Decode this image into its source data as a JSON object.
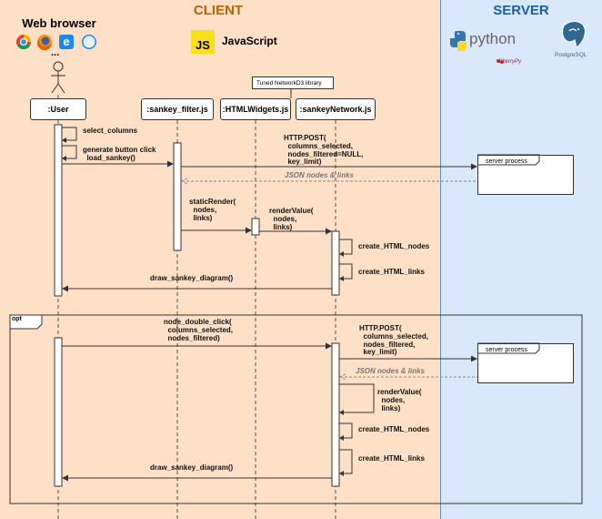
{
  "header": {
    "client_title": "CLIENT",
    "server_title": "SERVER",
    "browser_label": "Web browser",
    "js_label": "JavaScript",
    "js_badge": "JS",
    "python_label": "python",
    "postgres_label": "PostgreSQL",
    "cherrypy_label": "CherryPy",
    "ellipsis": "...",
    "note": "Tuned NetworkD3 library"
  },
  "lifelines": {
    "user": ":User",
    "sankey_filter": ":sankey_filter.js",
    "htmlwidgets": ":HTMLWidgets.js",
    "sankey_network": ":sankeyNetwork.js"
  },
  "messages": {
    "select_columns": "select_columns",
    "generate": "generate button click\n  load_sankey()",
    "http_post_1": "HTTP.POST(\n  columns_selected,\n  nodes_filtered=NULL,\n  key_limit)",
    "json_1": "JSON nodes & links",
    "static_render": "staticRender(\n  nodes,\n  links)",
    "render_value_1": "renderValue(\n  nodes,\n  links)",
    "create_nodes_1": "create_HTML_nodes",
    "create_links_1": "create_HTML_links",
    "draw_1": "draw_sankey_diagram()",
    "opt_label": "opt",
    "node_double_click": "node_double_click(\n  columns_selected,\n  nodes_filtered)",
    "http_post_2": "HTTP.POST(\n  columns_selected,\n  nodes_filtered,\n  key_limit)",
    "json_2": "JSON nodes & links",
    "render_value_2": "renderValue(\n  nodes,\n  links)",
    "create_nodes_2": "create_HTML_nodes",
    "create_links_2": "create_HTML_links",
    "draw_2": "draw_sankey_diagram()"
  },
  "server_process": {
    "label_1": "server process",
    "label_2": "server process"
  },
  "colors": {
    "client_bg": "#fde0c6",
    "server_bg": "#dae8fc",
    "client_title": "#b46504",
    "server_title": "#1a5ea8"
  }
}
